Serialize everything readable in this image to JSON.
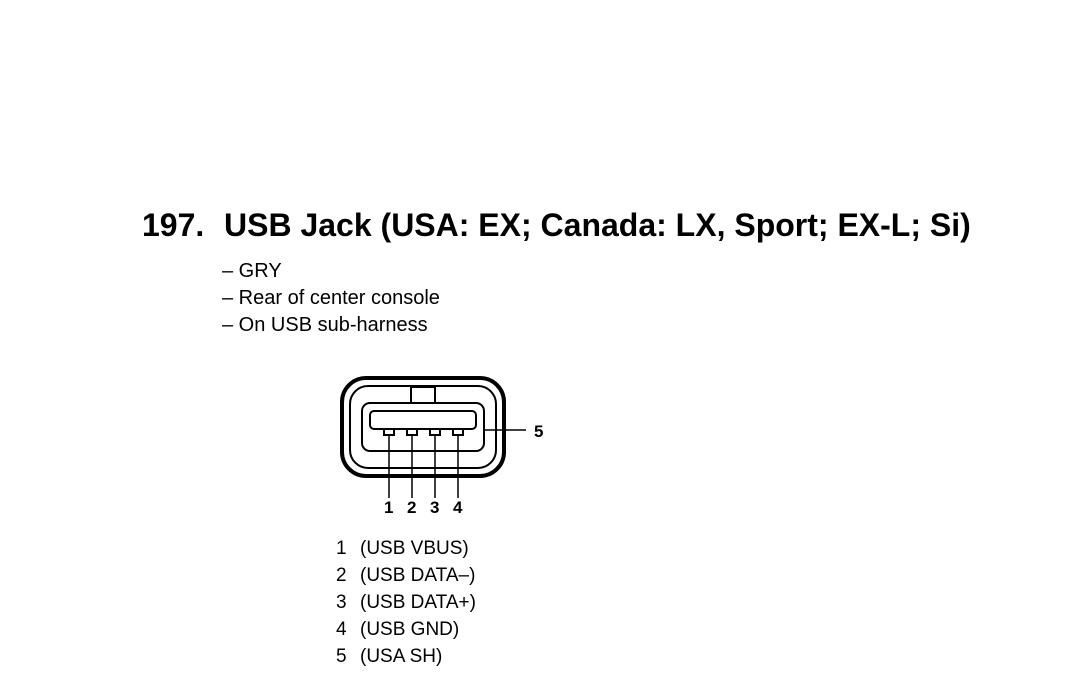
{
  "connector": {
    "number": "197.",
    "title": "USB Jack (USA: EX; Canada: LX, Sport; EX-L; Si)",
    "notes": [
      "– GRY",
      "– Rear of center console",
      "– On USB sub-harness"
    ]
  },
  "diagram": {
    "pin_labels": [
      "1",
      "2",
      "3",
      "4"
    ],
    "shield_label": "5"
  },
  "pins": [
    {
      "num": "1",
      "desc": "(USB VBUS)"
    },
    {
      "num": "2",
      "desc": "(USB DATA–)"
    },
    {
      "num": "3",
      "desc": "(USB DATA+)"
    },
    {
      "num": "4",
      "desc": "(USB GND)"
    },
    {
      "num": "5",
      "desc": "(USA SH)"
    }
  ]
}
